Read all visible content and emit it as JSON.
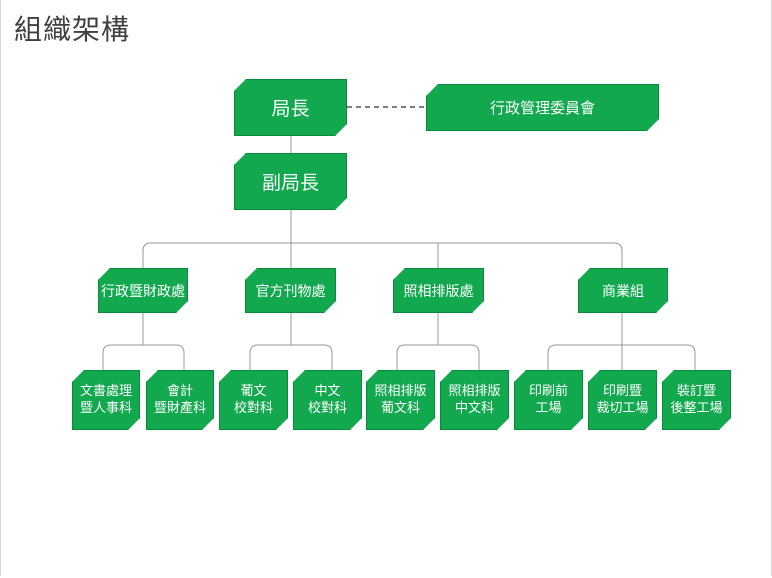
{
  "title": "組織架構",
  "org": {
    "director": "局長",
    "committee": "行政管理委員會",
    "deputy": "副局長",
    "departments": [
      {
        "name": "行政暨財政處",
        "units": [
          "文書處理\n暨人事科",
          "會計\n暨財產科"
        ]
      },
      {
        "name": "官方刊物處",
        "units": [
          "葡文\n校對科",
          "中文\n校對科"
        ]
      },
      {
        "name": "照相排版處",
        "units": [
          "照相排版\n葡文科",
          "照相排版\n中文科"
        ]
      },
      {
        "name": "商業組",
        "units": [
          "印刷前\n工場",
          "印刷暨\n裁切工場",
          "裝訂暨\n後整工場"
        ]
      }
    ]
  },
  "colors": {
    "node_fill": "#11a84e",
    "connector": "#999999"
  }
}
